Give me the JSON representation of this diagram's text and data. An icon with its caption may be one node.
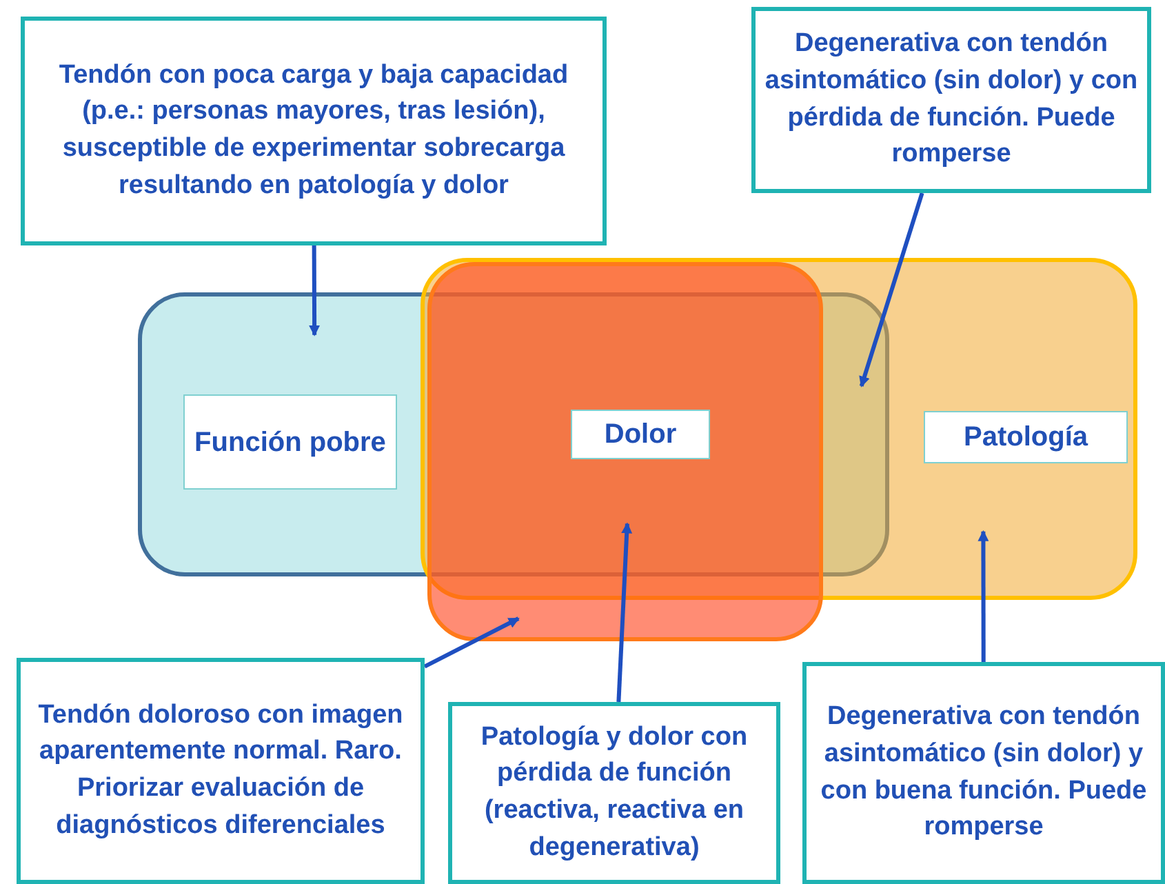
{
  "diagram": {
    "nodes": [
      {
        "text": [
          "Tendón con poca carga y baja capacidad (p.e.: personas mayores, tras lesión), susceptible de experimentar sobrecarga resultando en patología y dolor"
        ]
      },
      {
        "text": [
          "Degenerativa con tendón asintomático (sin dolor) y con pérdida de función. Puede romperse"
        ]
      },
      {
        "text": [],
        "shape": "box"
      },
      {
        "text": [],
        "shape": "box"
      },
      {
        "text": [],
        "shape": "box"
      },
      {
        "text": [
          "Función pobre"
        ],
        "in": 2
      },
      {
        "text": [
          "Dolor"
        ]
      },
      {
        "text": [
          "Patología"
        ],
        "in": 3
      },
      {
        "text": [
          "Tendón doloroso con imagen aparentemente normal. Raro. Priorizar evaluación de diagnósticos diferenciales"
        ]
      },
      {
        "text": [
          "Patología y dolor con pérdida de función (reactiva, reactiva en degenerativa)"
        ]
      },
      {
        "text": [
          "Degenerativa con tendón asintomático (sin dolor) y con buena función. Puede romperse"
        ]
      }
    ],
    "edges": [
      {
        "from": 0,
        "to": 2,
        "arrow": "to"
      },
      {
        "from": 1,
        "to": 2,
        "arrow": "to"
      },
      {
        "from": 8,
        "to": 4,
        "arrow": "to"
      },
      {
        "from": 9,
        "to": 4,
        "arrow": "to"
      },
      {
        "from": 10,
        "to": 3,
        "arrow": "to"
      }
    ]
  }
}
